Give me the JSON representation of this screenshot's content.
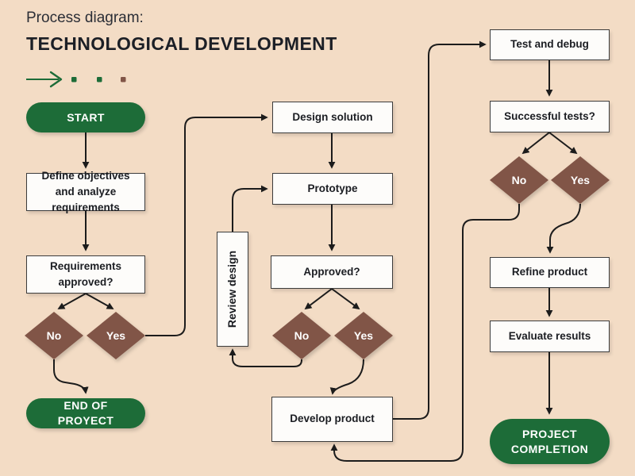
{
  "header": {
    "kicker": "Process diagram:",
    "title": "TECHNOLOGICAL DEVELOPMENT"
  },
  "colors": {
    "background": "#f3dcc5",
    "green": "#1d6c38",
    "brown": "#815547",
    "line": "#1c1c1c",
    "box_fill": "#fdfcfa",
    "box_border": "#3c3c3c",
    "text_dark": "#1b1d22"
  },
  "diagram": {
    "nodes": {
      "start": {
        "label": "START"
      },
      "define_objectives": {
        "label": "Define objectives and analyze requirements"
      },
      "requirements_approved": {
        "label": "Requirements approved?"
      },
      "no1": {
        "label": "No"
      },
      "yes1": {
        "label": "Yes"
      },
      "end_of_project": {
        "label": "END OF PROYECT"
      },
      "design_solution": {
        "label": "Design solution"
      },
      "prototype": {
        "label": "Prototype"
      },
      "approved": {
        "label": "Approved?"
      },
      "no2": {
        "label": "No"
      },
      "yes2": {
        "label": "Yes"
      },
      "review_design": {
        "label": "Review design"
      },
      "develop_product": {
        "label": "Develop product"
      },
      "test_and_debug": {
        "label": "Test and debug"
      },
      "successful_tests": {
        "label": "Successful tests?"
      },
      "no3": {
        "label": "No"
      },
      "yes3": {
        "label": "Yes"
      },
      "refine_product": {
        "label": "Refine product"
      },
      "evaluate_results": {
        "label": "Evaluate results"
      },
      "project_completion": {
        "label": "PROJECT COMPLETION"
      }
    }
  }
}
